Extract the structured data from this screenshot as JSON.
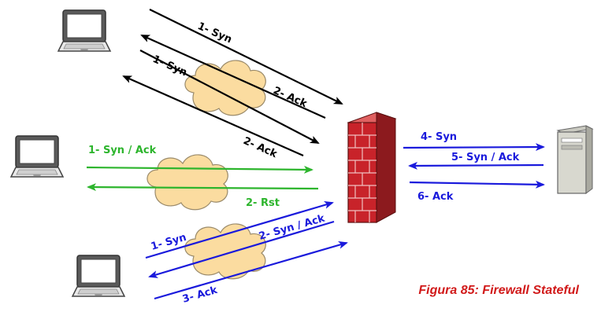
{
  "colors": {
    "top_flow": "#000000",
    "middle_flow": "#2db52d",
    "bottom_flow": "#1a1adc",
    "server_flow": "#1a1adc",
    "caption": "#d11a1a",
    "cloud": "#fbdca0",
    "firewall": "#c8232a"
  },
  "icons": {
    "laptop": "laptop-icon",
    "server": "server-icon",
    "firewall": "firewall-icon",
    "cloud": "cloud-icon"
  },
  "top_flow": {
    "label_1": "1- Syn",
    "label_2": "2- Ack",
    "label_3": "1- Syn",
    "label_4": "2- Ack"
  },
  "middle_flow": {
    "label_1": "1- Syn / Ack",
    "label_2": "2- Rst"
  },
  "bottom_flow": {
    "label_1": "1- Syn",
    "label_2": "2- Syn / Ack",
    "label_3": "3- Ack"
  },
  "server_flow": {
    "label_1": "4- Syn",
    "label_2": "5- Syn / Ack",
    "label_3": "6- Ack"
  },
  "caption": "Figura 85:  Firewall Stateful"
}
